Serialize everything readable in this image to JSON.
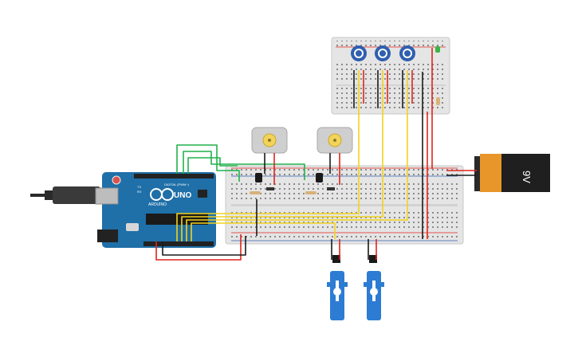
{
  "arduino": {
    "model_label": "UNO",
    "brand_label": "ARDUINO",
    "digital_header_label": "DIGITAL (PWM~)",
    "tx_label": "TX",
    "rx_label": "RX"
  },
  "battery": {
    "voltage_label": "9V"
  },
  "colors": {
    "wire_red": "#e0241c",
    "wire_black": "#1a1a1a",
    "wire_green": "#22b14c",
    "wire_yellow": "#f2d21b",
    "arduino_blue": "#1f6fa8",
    "breadboard": "#e7e7e7",
    "pot_blue": "#2f5fb0",
    "servo_blue": "#2c7cd3",
    "battery_orange": "#e8962a"
  },
  "components": {
    "breadboard_main": "breadboard",
    "breadboard_top": "breadboard",
    "motors": [
      "dc-motor",
      "dc-motor"
    ],
    "potentiometers": [
      "potentiometer",
      "potentiometer",
      "potentiometer"
    ],
    "servos": [
      "servo",
      "servo"
    ]
  }
}
